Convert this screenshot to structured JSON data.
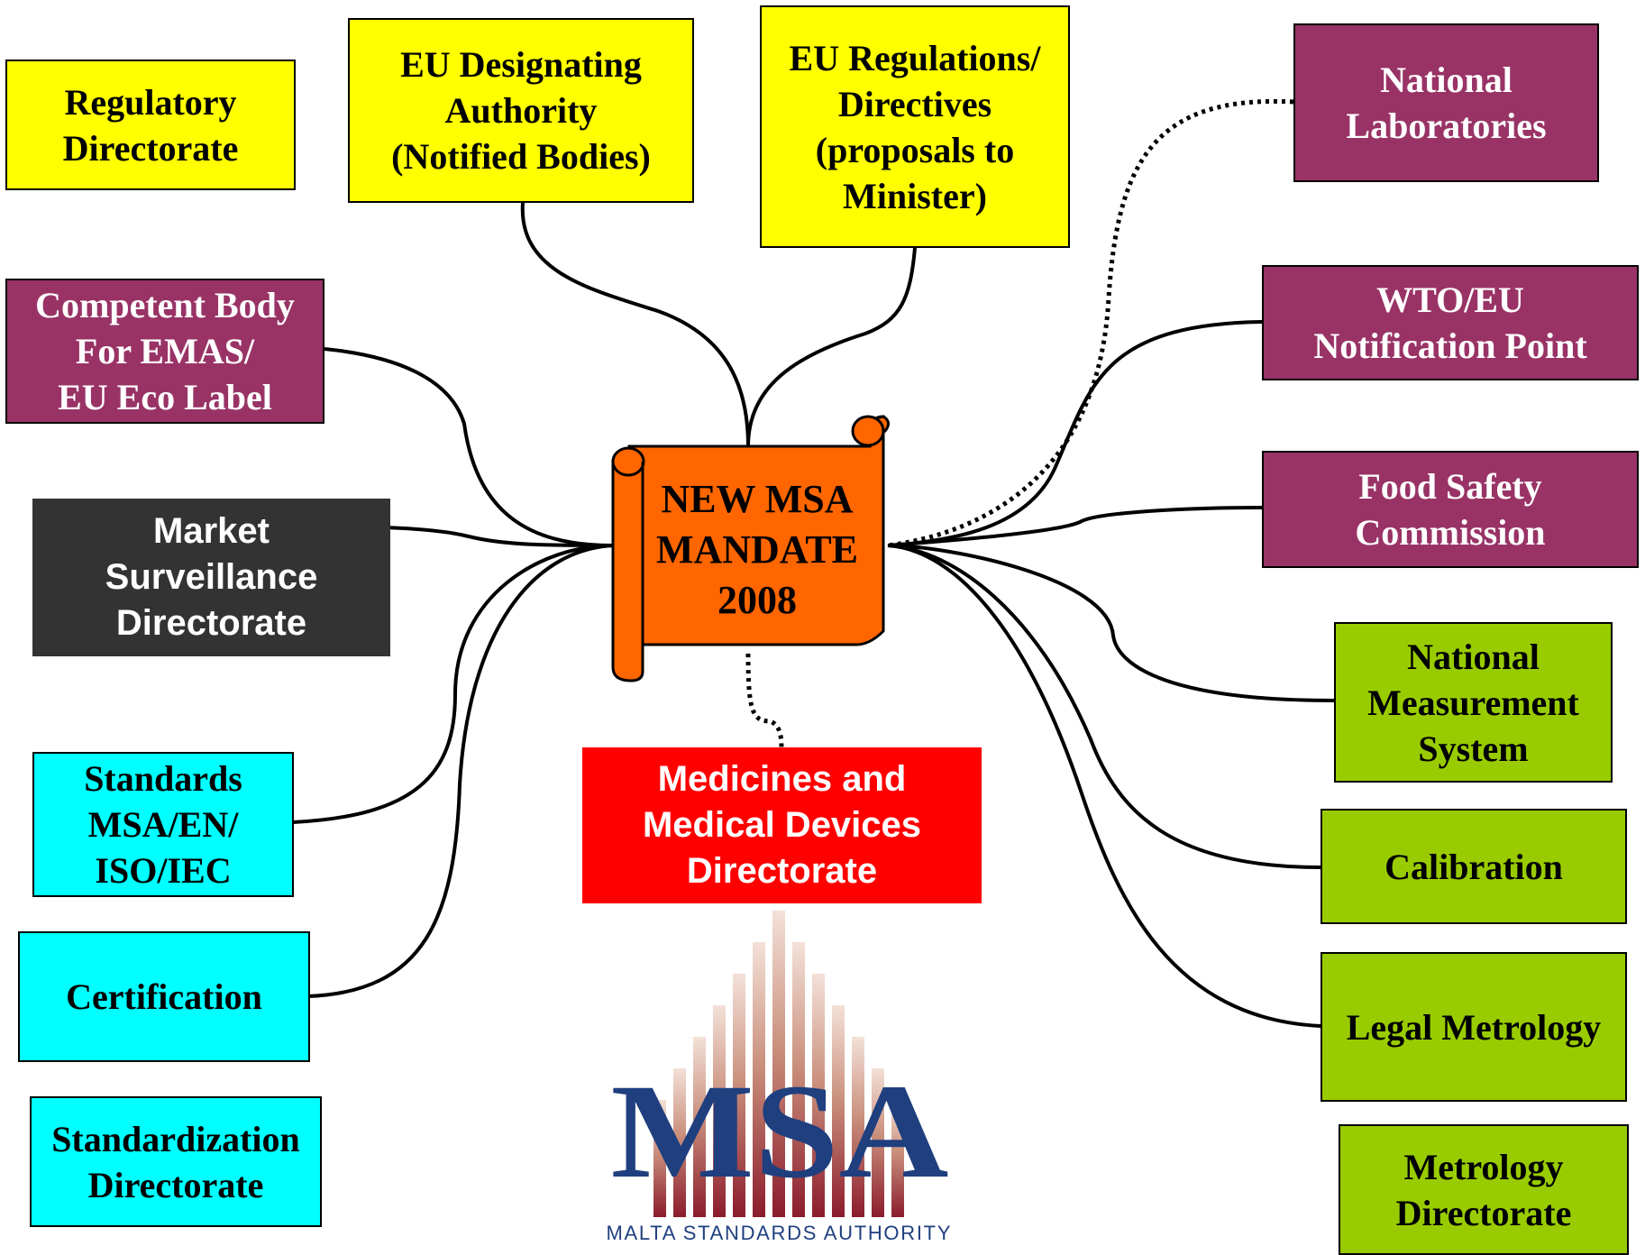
{
  "center": {
    "title": "NEW MSA\nMANDATE\n2008"
  },
  "nodes": {
    "regulatory_directorate": "Regulatory\nDirectorate",
    "eu_designating_authority": "EU Designating\nAuthority\n(Notified Bodies)",
    "eu_regulations": "EU Regulations/\nDirectives\n(proposals to\nMinister)",
    "national_laboratories": "National\nLaboratories",
    "competent_body": "Competent Body\nFor EMAS/\nEU Eco Label",
    "wto_eu_notification": "WTO/EU\nNotification Point",
    "market_surveillance": "Market\nSurveillance\nDirectorate",
    "food_safety": "Food Safety\nCommission",
    "national_measurement": "National\nMeasurement\nSystem",
    "standards": "Standards\nMSA/EN/\nISO/IEC",
    "medicines": "Medicines and\nMedical Devices\nDirectorate",
    "calibration": "Calibration",
    "certification": "Certification",
    "legal_metrology": "Legal Metrology",
    "standardization_directorate": "Standardization\nDirectorate",
    "metrology_directorate": "Metrology\nDirectorate"
  },
  "logo": {
    "acronym": "MSA",
    "caption": "MALTA STANDARDS AUTHORITY"
  },
  "colors": {
    "yellow": "#ffff00",
    "plum": "#993366",
    "dark": "#333333",
    "cyan": "#00ffff",
    "green": "#99cc00",
    "red": "#ff0000",
    "scroll": "#ff6600",
    "logo_blue": "#1f3f7f"
  }
}
